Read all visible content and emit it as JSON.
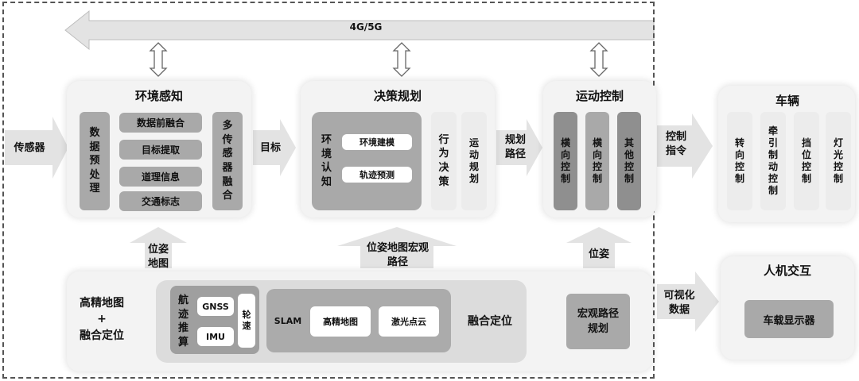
{
  "network": "4G/5G",
  "input": {
    "sensor": "传感器",
    "target": "目标",
    "path": "规划路径",
    "control_cmd": "控制指令",
    "vis_data": "可视化数据"
  },
  "perception": {
    "title": "环境感知",
    "preprocess": "数据预处理",
    "items": [
      "数据前融合",
      "目标提取",
      "道理信息",
      "交通标志"
    ],
    "fusion": "多传感器融合"
  },
  "decision": {
    "title": "决策规划",
    "env_cog": "环境认知",
    "items": [
      "环境建模",
      "轨迹预测"
    ],
    "behavior": "行为决策",
    "motion": "运动规划"
  },
  "motion_control": {
    "title": "运动控制",
    "items": [
      "横向控制",
      "横向控制",
      "其他控制"
    ]
  },
  "vehicle": {
    "title": "车辆",
    "items": [
      "转向控制",
      "牵引制动控制",
      "挡位控制",
      "灯光控制"
    ]
  },
  "hmi": {
    "title": "人机交互",
    "display": "车载显示器"
  },
  "pose": {
    "pose_map": "位姿地图",
    "pose_map_route": "位姿地图宏观路径",
    "pose": "位姿"
  },
  "positioning": {
    "title_line1": "高精地图",
    "title_line2": "+",
    "title_line3": "融合定位",
    "dead_reckoning": "航迹推算",
    "gnss": "GNSS",
    "imu": "IMU",
    "wheel_speed": "轮速",
    "slam": "SLAM",
    "hd_map": "高精地图",
    "lidar": "激光点云",
    "fusion_pos": "融合定位",
    "macro_route": "宏观路径规划"
  }
}
